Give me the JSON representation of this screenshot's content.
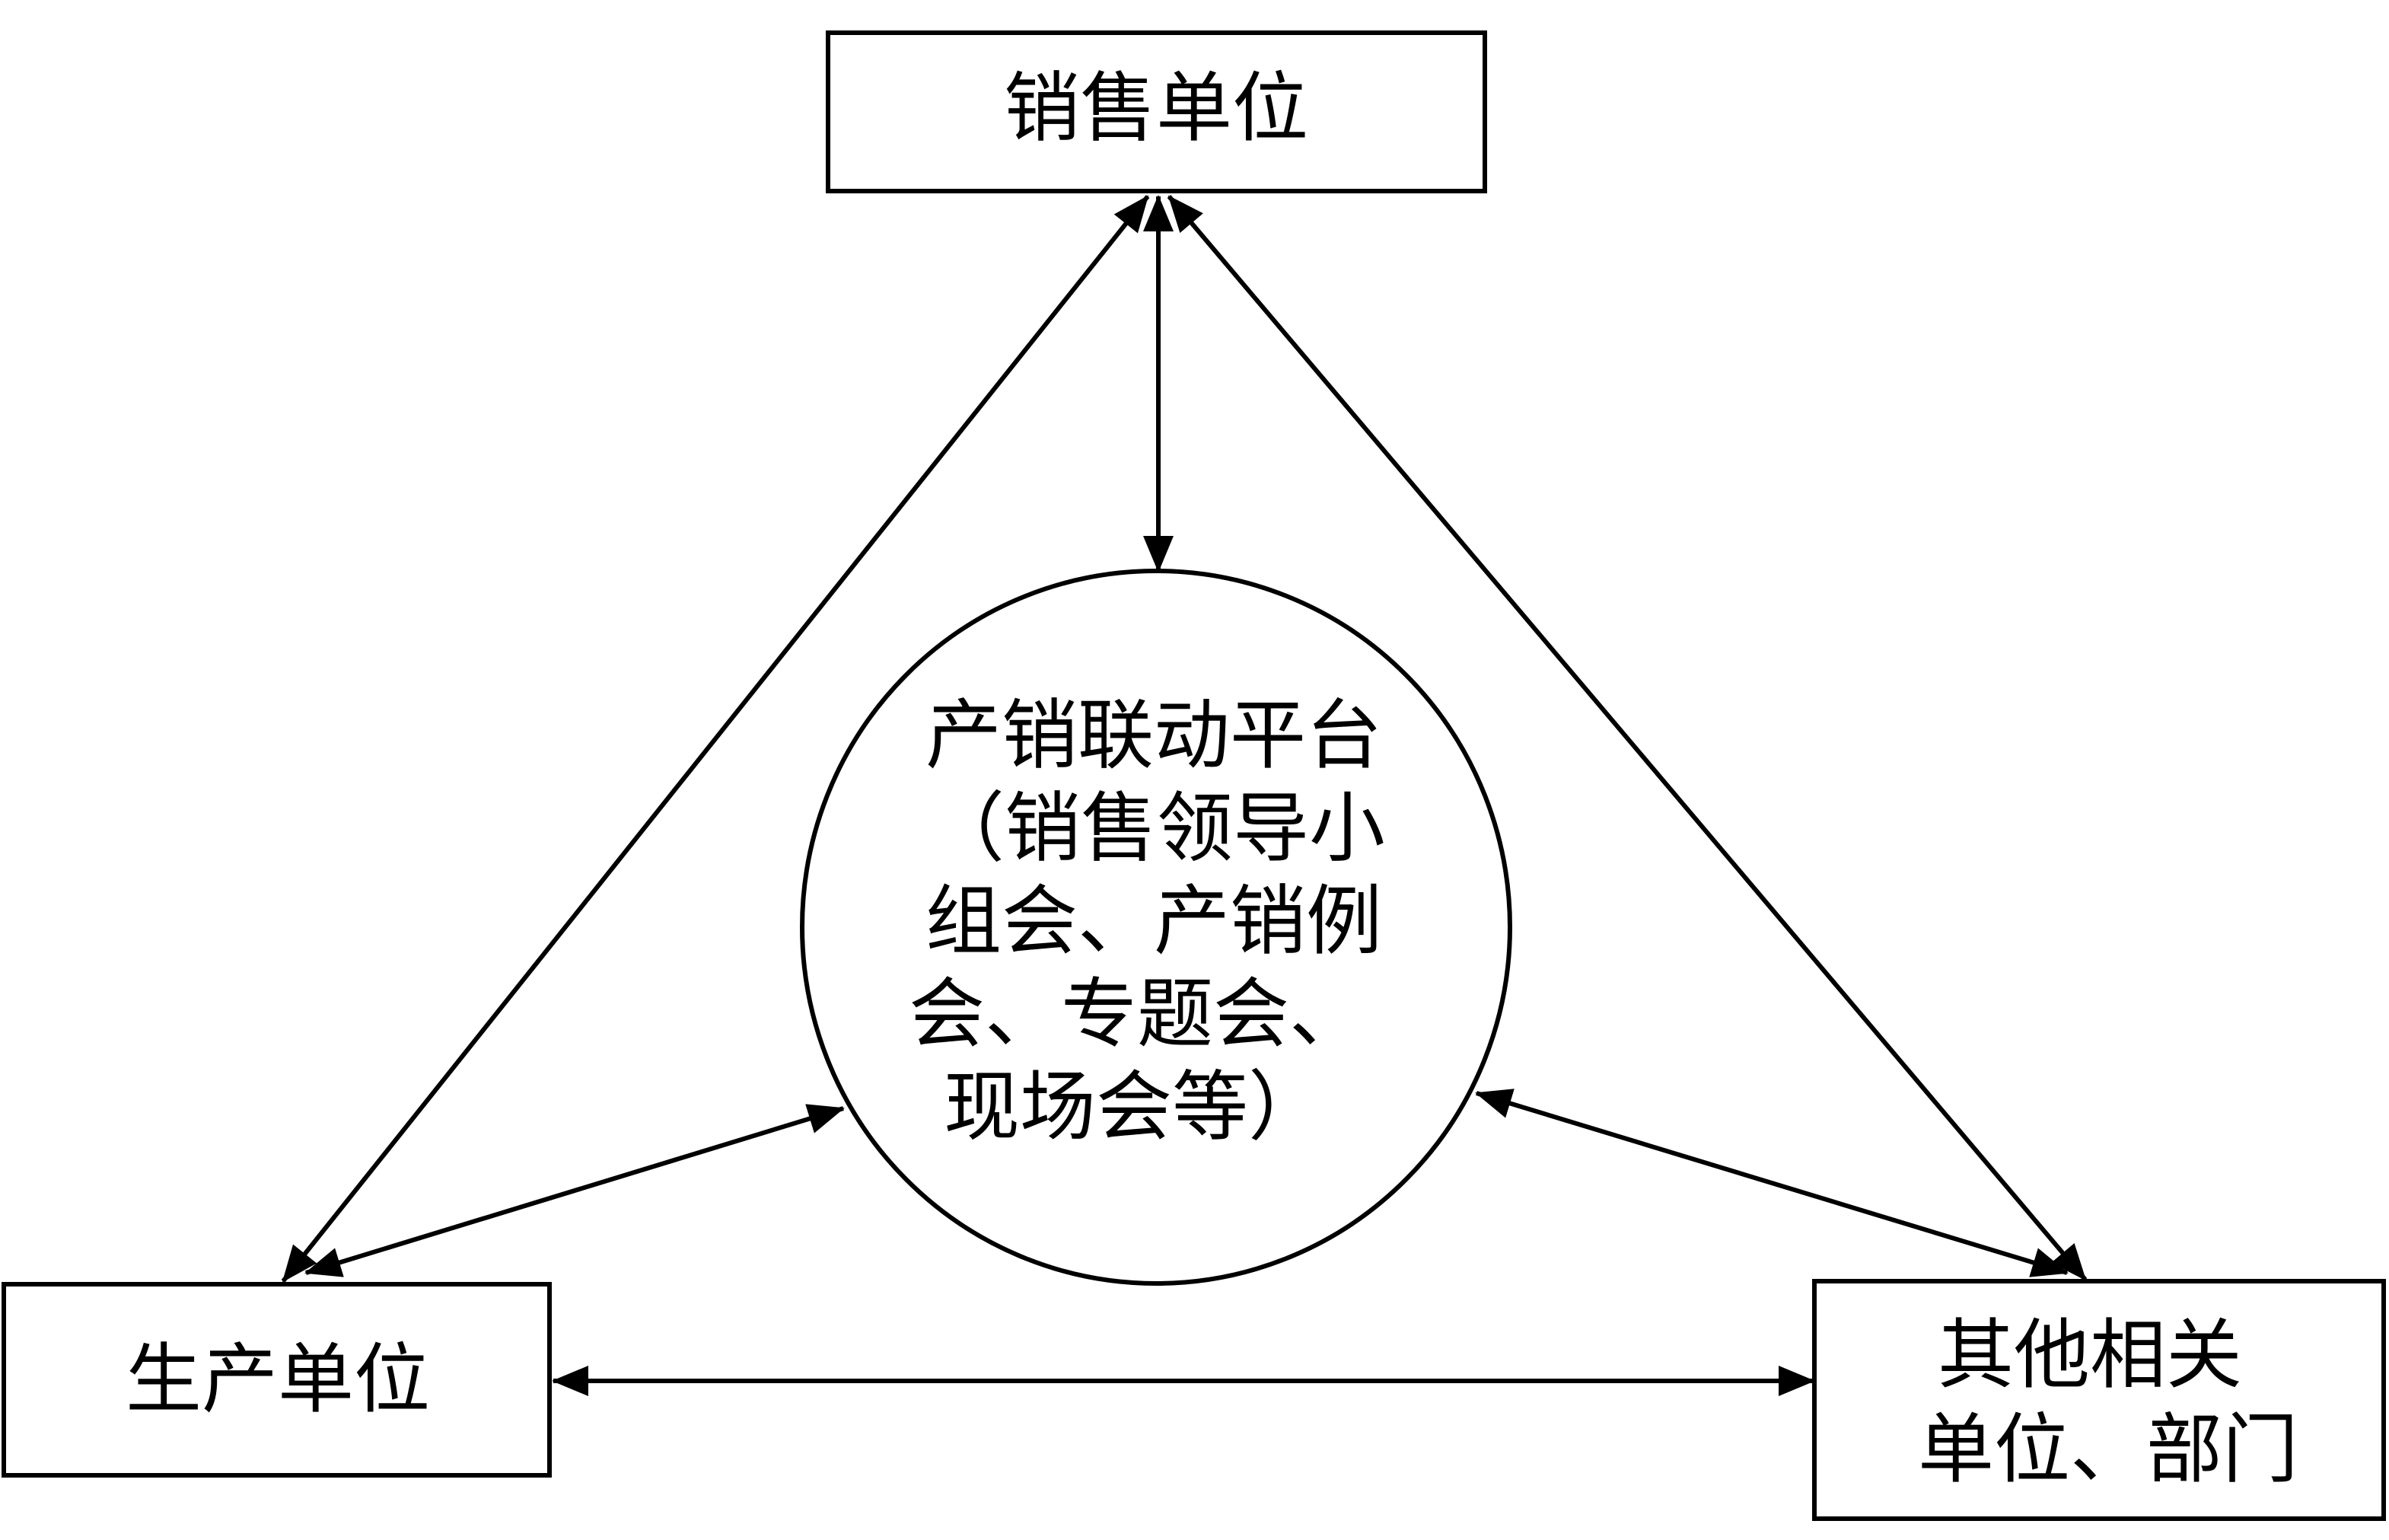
{
  "nodes": {
    "sales_unit": "销售单位",
    "production_unit": "生产单位",
    "other_units": [
      "其他相关",
      "单位、部门"
    ],
    "platform": [
      "产销联动平台",
      "（销售领导小",
      "组会、产销例",
      "会、专题会、",
      "现场会等）"
    ]
  },
  "edges": [
    {
      "from": "sales_unit",
      "to": "platform",
      "style": "double-arrow"
    },
    {
      "from": "sales_unit",
      "to": "production_unit",
      "style": "double-arrow"
    },
    {
      "from": "sales_unit",
      "to": "other_units",
      "style": "double-arrow"
    },
    {
      "from": "production_unit",
      "to": "platform",
      "style": "double-arrow"
    },
    {
      "from": "other_units",
      "to": "platform",
      "style": "double-arrow"
    },
    {
      "from": "production_unit",
      "to": "other_units",
      "style": "double-arrow"
    }
  ]
}
